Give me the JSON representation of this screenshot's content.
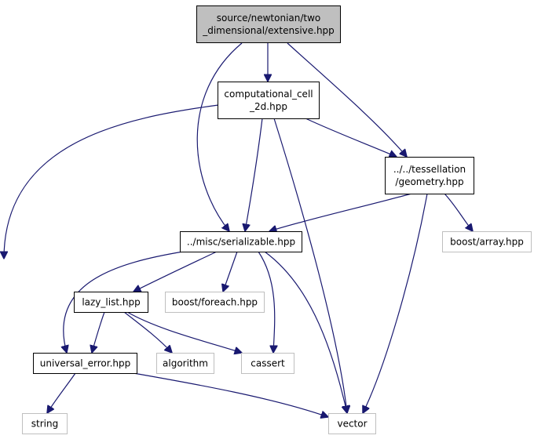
{
  "diagram": {
    "edge_color": "#191970",
    "nodes": [
      {
        "id": "extensive",
        "lines": [
          "source/newtonian/two",
          "_dimensional/extensive.hpp"
        ],
        "style": "root"
      },
      {
        "id": "computational_cell",
        "lines": [
          "computational_cell",
          "_2d.hpp"
        ],
        "style": "local"
      },
      {
        "id": "geometry",
        "lines": [
          "../../tessellation",
          "/geometry.hpp"
        ],
        "style": "local"
      },
      {
        "id": "serializable",
        "lines": [
          "../misc/serializable.hpp"
        ],
        "style": "local"
      },
      {
        "id": "boost_array",
        "lines": [
          "boost/array.hpp"
        ],
        "style": "external"
      },
      {
        "id": "lazy_list",
        "lines": [
          "lazy_list.hpp"
        ],
        "style": "local"
      },
      {
        "id": "boost_foreach",
        "lines": [
          "boost/foreach.hpp"
        ],
        "style": "external"
      },
      {
        "id": "universal_error",
        "lines": [
          "universal_error.hpp"
        ],
        "style": "local"
      },
      {
        "id": "algorithm",
        "lines": [
          "algorithm"
        ],
        "style": "external"
      },
      {
        "id": "cassert",
        "lines": [
          "cassert"
        ],
        "style": "external"
      },
      {
        "id": "string",
        "lines": [
          "string"
        ],
        "style": "external"
      },
      {
        "id": "vector",
        "lines": [
          "vector"
        ],
        "style": "external"
      }
    ],
    "edges": [
      {
        "from": "extensive",
        "to": "computational_cell"
      },
      {
        "from": "extensive",
        "to": "geometry"
      },
      {
        "from": "extensive",
        "to": "serializable"
      },
      {
        "from": "computational_cell",
        "to": "string"
      },
      {
        "from": "computational_cell",
        "to": "serializable"
      },
      {
        "from": "computational_cell",
        "to": "vector"
      },
      {
        "from": "computational_cell",
        "to": "geometry"
      },
      {
        "from": "geometry",
        "to": "serializable"
      },
      {
        "from": "geometry",
        "to": "boost_array"
      },
      {
        "from": "geometry",
        "to": "vector"
      },
      {
        "from": "serializable",
        "to": "lazy_list"
      },
      {
        "from": "serializable",
        "to": "boost_foreach"
      },
      {
        "from": "serializable",
        "to": "universal_error"
      },
      {
        "from": "serializable",
        "to": "cassert"
      },
      {
        "from": "serializable",
        "to": "vector"
      },
      {
        "from": "lazy_list",
        "to": "universal_error"
      },
      {
        "from": "lazy_list",
        "to": "algorithm"
      },
      {
        "from": "lazy_list",
        "to": "cassert"
      },
      {
        "from": "universal_error",
        "to": "string"
      },
      {
        "from": "universal_error",
        "to": "vector"
      }
    ]
  }
}
